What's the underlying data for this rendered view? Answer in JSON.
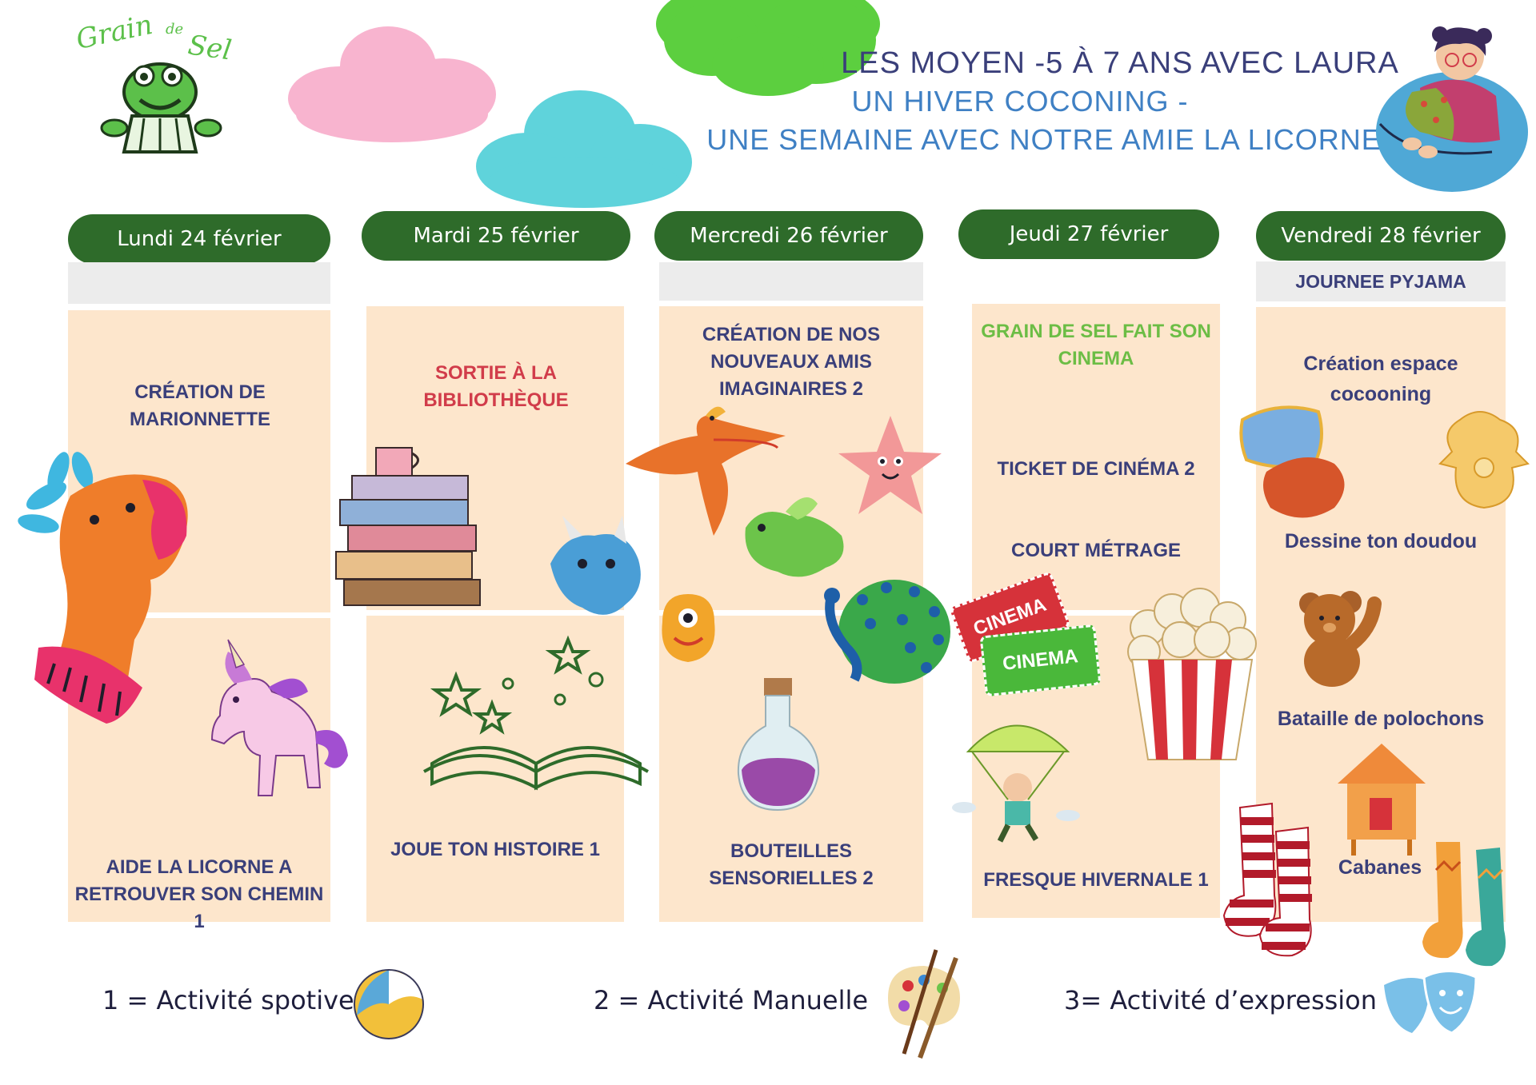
{
  "logo": {
    "text_top": "Grain",
    "text_de": "de",
    "text_sel": "Sel"
  },
  "header": {
    "line1": "LES MOYEN -5 À 7 ANS AVEC LAURA",
    "line2": "UN HIVER COCONING -",
    "line3": "UNE SEMAINE AVEC NOTRE AMIE LA LICORNE"
  },
  "days": [
    {
      "label": "Lundi 24 février"
    },
    {
      "label": "Mardi 25 février"
    },
    {
      "label": "Mercredi 26 février"
    },
    {
      "label": "Jeudi 27 février"
    },
    {
      "label": "Vendredi 28 février",
      "subtitle": "JOURNEE PYJAMA"
    }
  ],
  "activities": {
    "lundi": [
      "CRÉATION DE MARIONNETTE",
      "AIDE LA LICORNE A RETROUVER SON CHEMIN 1"
    ],
    "mardi": [
      "SORTIE À LA BIBLIOTHÈQUE",
      "JOUE TON HISTOIRE 1"
    ],
    "mercredi": [
      "CRÉATION DE NOS NOUVEAUX AMIS IMAGINAIRES  2",
      "BOUTEILLES SENSORIELLES 2"
    ],
    "jeudi": [
      "GRAIN DE SEL FAIT SON CINEMA",
      "TICKET DE CINÉMA 2",
      "COURT MÉTRAGE",
      "FRESQUE HIVERNALE 1"
    ],
    "vendredi": [
      "Création espace cocooning",
      "Dessine ton doudou",
      "Bataille de polochons",
      "Cabanes"
    ]
  },
  "tickets": {
    "text": "CINEMA"
  },
  "legend": [
    {
      "text": "1 = Activité spotive",
      "icon": "volleyball-icon"
    },
    {
      "text": "2 = Activité Manuelle",
      "icon": "palette-icon"
    },
    {
      "text": "3= Activité d’expression",
      "icon": "theater-masks-icon"
    }
  ],
  "colors": {
    "pill_green": "#2e6b2a",
    "panel_peach": "#fde6cc",
    "title_navy": "#3a3f7a",
    "title_blue": "#3f80c4",
    "activity_red": "#d13c4a",
    "activity_green": "#6cbd45"
  }
}
